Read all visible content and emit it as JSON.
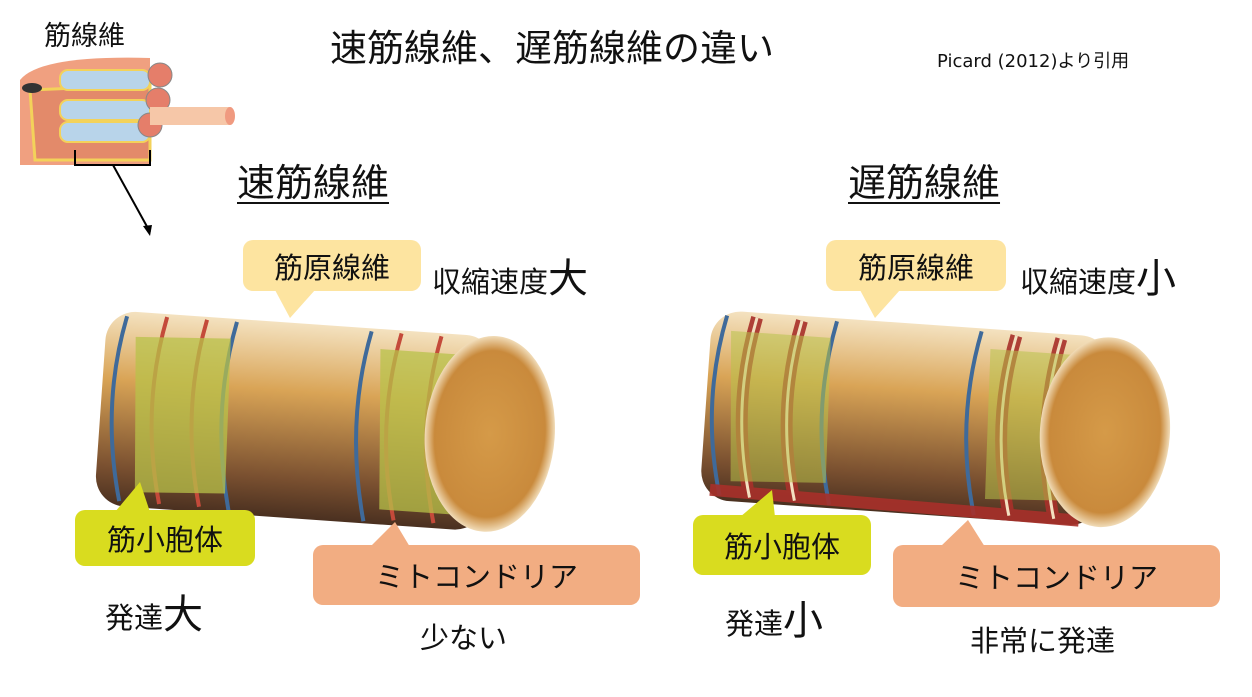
{
  "title": "速筋線維、遅筋線維の違い",
  "citation": "Picard (2012)より引用",
  "overview": {
    "label": "筋線維"
  },
  "fast": {
    "heading": "速筋線維",
    "myofibril_label": "筋原線維",
    "speed_text": "収縮速度",
    "speed_value": "大",
    "sr_label": "筋小胞体",
    "sr_text": "発達",
    "sr_value": "大",
    "mito_label": "ミトコンドリア",
    "mito_text": "少ない"
  },
  "slow": {
    "heading": "遅筋線維",
    "myofibril_label": "筋原線維",
    "speed_text": "収縮速度",
    "speed_value": "小",
    "sr_label": "筋小胞体",
    "sr_text": "発達",
    "sr_value": "小",
    "mito_label": "ミトコンドリア",
    "mito_text": "非常に発達"
  },
  "colors": {
    "myofibril": "#fde4a0",
    "sr": "#d9dc1f",
    "mito": "#f2ad82",
    "fiber": "#d9a456",
    "tubule": "#3f6a9a"
  }
}
